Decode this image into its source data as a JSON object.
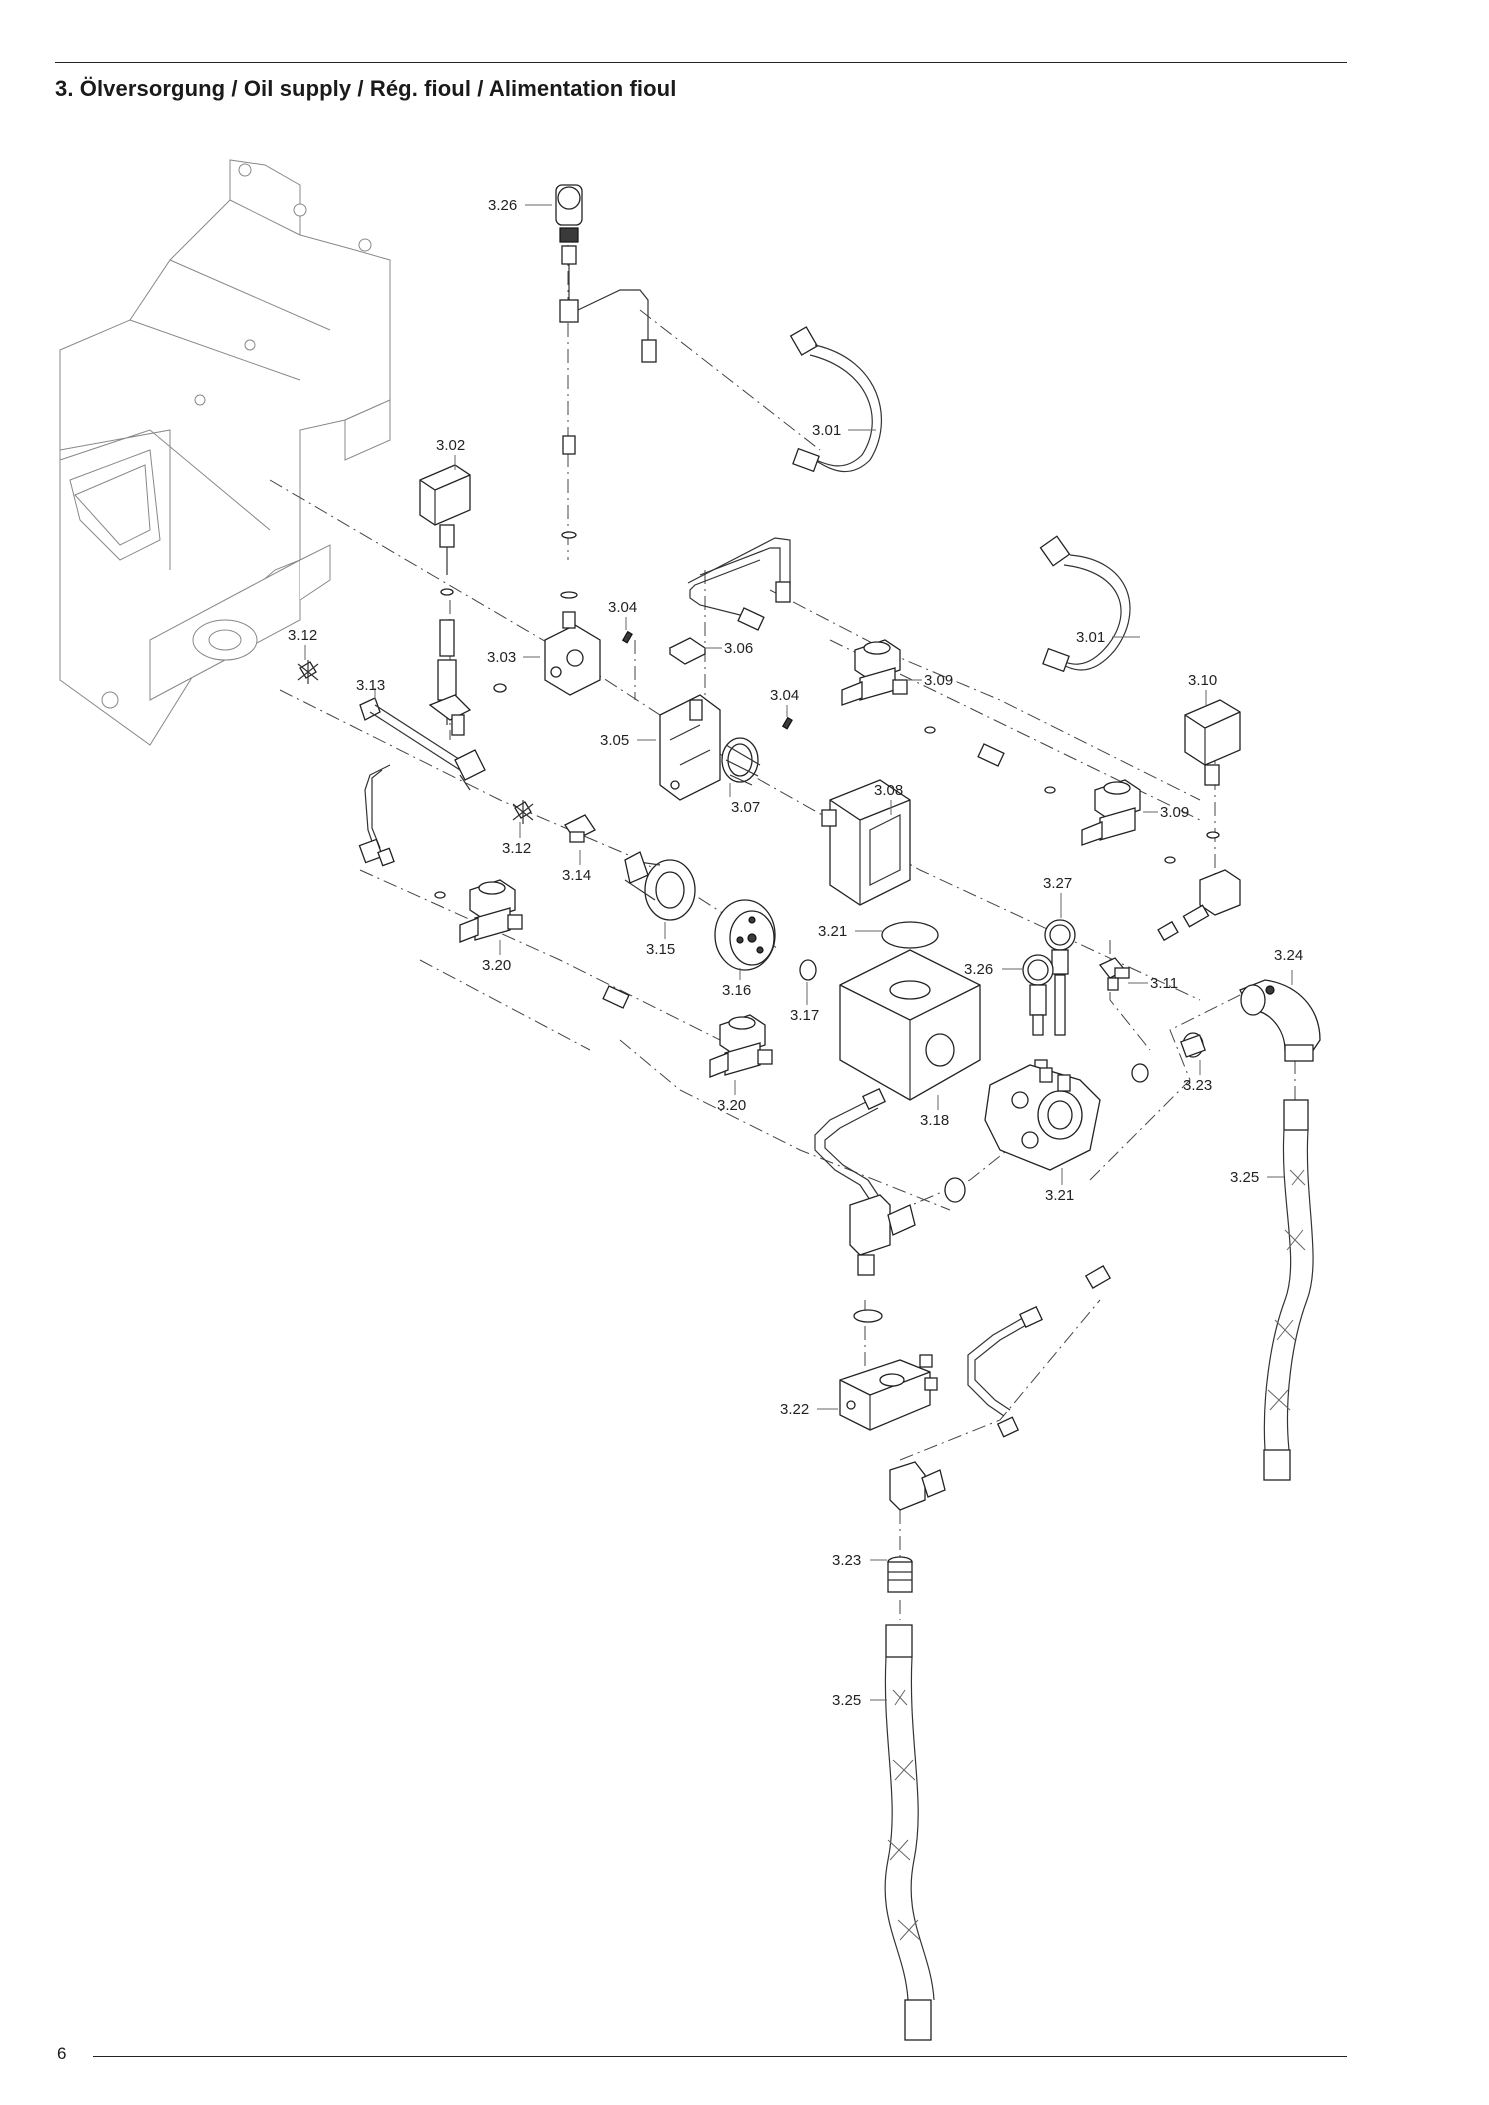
{
  "page": {
    "title": "3. Ölversorgung / Oil supply / Rég. fioul / Alimentation fioul",
    "page_number": "6"
  },
  "labels": [
    "3.26",
    "3.01",
    "3.02",
    "3.04",
    "3.12",
    "3.03",
    "3.06",
    "3.01",
    "3.13",
    "3.04",
    "3.09",
    "3.10",
    "3.05",
    "3.07",
    "3.08",
    "3.12",
    "3.09",
    "3.14",
    "3.27",
    "3.21",
    "3.20",
    "3.15",
    "3.26",
    "3.24",
    "3.16",
    "3.11",
    "3.17",
    "3.23",
    "3.20",
    "3.18",
    "3.25",
    "3.21",
    "3.22",
    "3.23",
    "3.25"
  ]
}
